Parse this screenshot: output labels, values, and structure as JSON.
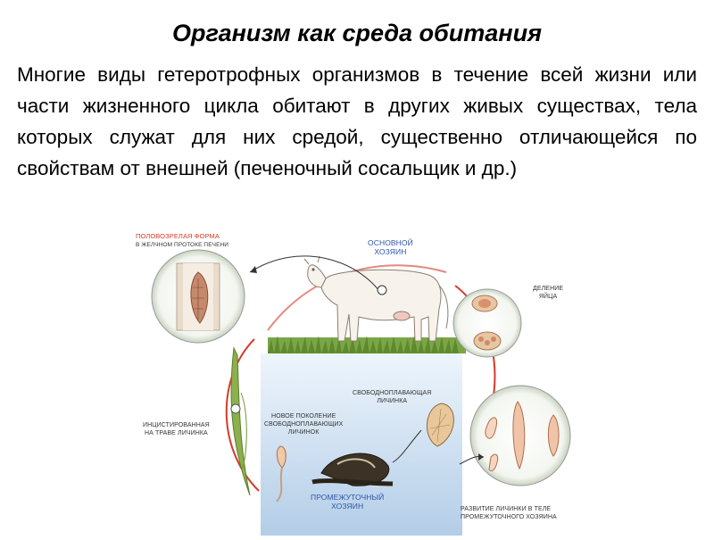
{
  "slide": {
    "title": "Организм как среда обитания",
    "body": "Многие виды гетеротрофных организмов в течение всей жизни или части жизненного цикла обитают в других живых существах, тела которых служат для них средой, существенно отличающейся по свойствам от внешней (печеночный сосальщик и др.)"
  },
  "diagram": {
    "adult_form_title": "ПОЛОВОЗРЕЛАЯ ФОРМА",
    "adult_form_sub": "В ЖЕЛЧНОМ ПРОТОКЕ ПЕЧЕНИ",
    "main_host": "ОСНОВНОЙ\nХОЗЯИН",
    "egg_division": "ДЕЛЕНИЕ\nЯЙЦА",
    "free_swimming_larva": "СВОБОДНОПЛАВАЮЩАЯ\nЛИЧИНКА",
    "new_generation": "НОВОЕ ПОКОЛЕНИЕ\nСВОБОДНОПЛАВАЮЩИХ\nЛИЧИНОК",
    "encysted_larva": "ИНЦИСТИРОВАННАЯ\nНА ТРАВЕ ЛИЧИНКА",
    "intermediate_host": "ПРОМЕЖУТОЧНЫЙ\nХОЗЯИН",
    "larva_development": "РАЗВИТИЕ ЛИЧИНКИ В ТЕЛЕ\nПРОМЕЖУТОЧНОГО ХОЗЯИНА",
    "colors": {
      "cycle_arc": "#d43a2a",
      "water_top": "#e8f1fa",
      "water_bottom": "#b6cfe8",
      "grass": "#6f9a3a",
      "label_red": "#d43a2a",
      "label_blue": "#2d55a8"
    }
  }
}
